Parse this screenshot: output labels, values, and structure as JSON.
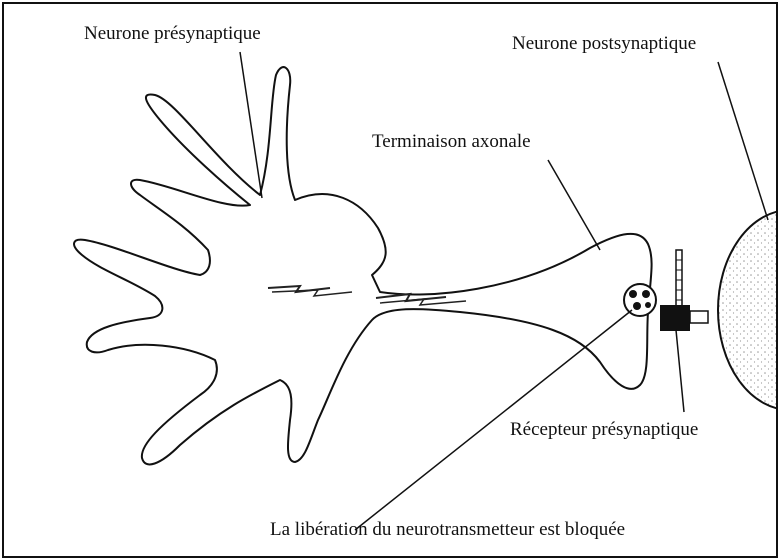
{
  "labels": {
    "presynaptic_neuron": "Neurone présynaptique",
    "postsynaptic_neuron": "Neurone postsynaptique",
    "axon_terminal": "Terminaison axonale",
    "presynaptic_receptor": "Récepteur présynaptique",
    "release_blocked": "La libération du neurotransmetteur est bloquée"
  },
  "colors": {
    "ink": "#111111",
    "paper": "#ffffff",
    "dots": "#9a9a9a"
  }
}
